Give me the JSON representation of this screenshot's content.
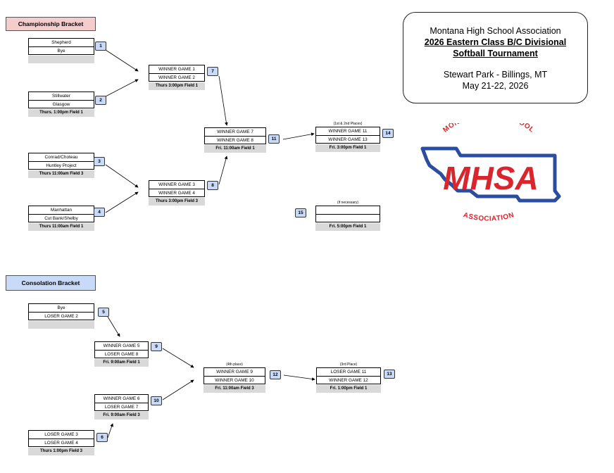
{
  "headers": {
    "championship": "Championship Bracket",
    "consolation": "Consolation Bracket"
  },
  "title": {
    "line1": "Montana High School Association",
    "line2": "2026 Eastern Class B/C Divisional",
    "line3": "Softball Tournament",
    "line4": "Stewart Park - Billings, MT",
    "line5": "May 21-22, 2026"
  },
  "logo": {
    "top_text": "MONTANA HIGH SCHOOL",
    "main_text": "MHSA",
    "bottom_text": "ASSOCIATION",
    "red": "#d9262c",
    "blue": "#2b4da0"
  },
  "games": {
    "g1": {
      "num": "1",
      "top": "Shepherd",
      "bottom": "Bye",
      "info": ""
    },
    "g2": {
      "num": "2",
      "top": "Stillwater",
      "bottom": "Glasgow",
      "info": "Thurs. 1:00pm Field 1"
    },
    "g3": {
      "num": "3",
      "top": "Conrad/Choteau",
      "bottom": "Huntley Project",
      "info": "Thurs 11:00am Field 3"
    },
    "g4": {
      "num": "4",
      "top": "Manhattan",
      "bottom": "Cut Bank/Shelby",
      "info": "Thurs 11:00am Field 1"
    },
    "g7": {
      "num": "7",
      "top": "WINNER GAME 1",
      "bottom": "WINNER GAME 2",
      "info": "Thurs 3:00pm Field 1"
    },
    "g8": {
      "num": "8",
      "top": "WINNER GAME 3",
      "bottom": "WINNER GAME 4",
      "info": "Thurs 3:00pm Field 3"
    },
    "g11": {
      "num": "11",
      "top": "WINNER GAME 7",
      "bottom": "WINNER GAME 8",
      "info": "Fri. 11:00am Field 1"
    },
    "g14": {
      "num": "14",
      "note": "(1st & 2nd Places)",
      "top": "WINNER GAME 11",
      "bottom": "WINNER GAME 13",
      "info": "Fri. 3:00pm Field 1"
    },
    "g15": {
      "num": "15",
      "note": "(if necessary)",
      "top": "",
      "bottom": "",
      "info": "Fri. 5:00pm Field 1"
    },
    "g5": {
      "num": "5",
      "top": "Bye",
      "bottom": "LOSER GAME 2",
      "info": ""
    },
    "g6": {
      "num": "6",
      "top": "LOSER GAME 3",
      "bottom": "LOSER GAME 4",
      "info": "Thurs 1:00pm Field 3"
    },
    "g9": {
      "num": "9",
      "top": "WINNER GAME 5",
      "bottom": "LOSER GAME 8",
      "info": "Fri. 9:00am Field 1"
    },
    "g10": {
      "num": "10",
      "top": "WINNER GAME 6",
      "bottom": "LOSER GAME 7",
      "info": "Fri. 9:00am Field 3"
    },
    "g12": {
      "num": "12",
      "note": "(4th place)",
      "top": "WINNER GAME 9",
      "bottom": "WINNER GAME 10",
      "info": "Fri. 11:00am Field 3"
    },
    "g13": {
      "num": "13",
      "note": "(3rd Place)",
      "top": "LOSER GAME 11",
      "bottom": "WINNER GAME 12",
      "info": "Fri. 1:00pm Field 1"
    }
  }
}
